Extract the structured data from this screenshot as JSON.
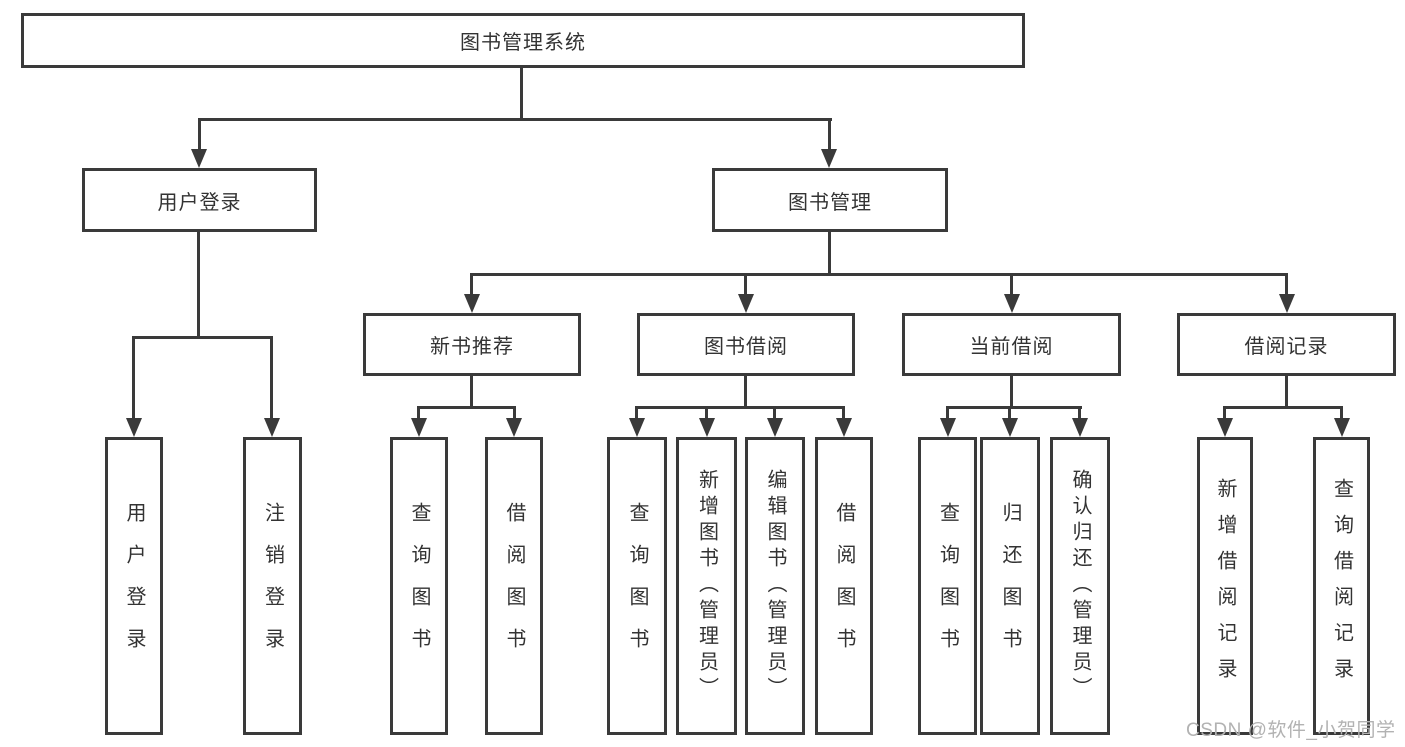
{
  "diagram": {
    "type": "hierarchy-tree",
    "colors": {
      "line": "#3a3a3a",
      "text": "#333333",
      "node_fill": "#ffffff",
      "watermark": "#b2b2b2"
    },
    "root": {
      "label": "图书管理系统"
    },
    "branches": {
      "user_login": {
        "label": "用户登录",
        "children": {
          "login": {
            "label": "用户登录"
          },
          "logout": {
            "label": "注销登录"
          }
        }
      },
      "book_management": {
        "label": "图书管理",
        "sections": {
          "new_book_recommend": {
            "label": "新书推荐",
            "children": {
              "query_books": {
                "label": "查询图书"
              },
              "borrow_books": {
                "label": "借阅图书"
              }
            }
          },
          "book_borrowing": {
            "label": "图书借阅",
            "children": {
              "query_books": {
                "label": "查询图书"
              },
              "add_books_admin": {
                "label": "新增图书（管理员）"
              },
              "edit_books_admin": {
                "label": "编辑图书（管理员）"
              },
              "borrow_books": {
                "label": "借阅图书"
              }
            }
          },
          "current_borrowing": {
            "label": "当前借阅",
            "children": {
              "query_books": {
                "label": "查询图书"
              },
              "return_books": {
                "label": "归还图书"
              },
              "confirm_return_admin": {
                "label": "确认归还（管理员）"
              }
            }
          },
          "borrow_records": {
            "label": "借阅记录",
            "children": {
              "add_borrow_record": {
                "label": "新增借阅记录"
              },
              "query_borrow_record": {
                "label": "查询借阅记录"
              }
            }
          }
        }
      }
    },
    "watermark": "CSDN @软件_小贺同学"
  }
}
